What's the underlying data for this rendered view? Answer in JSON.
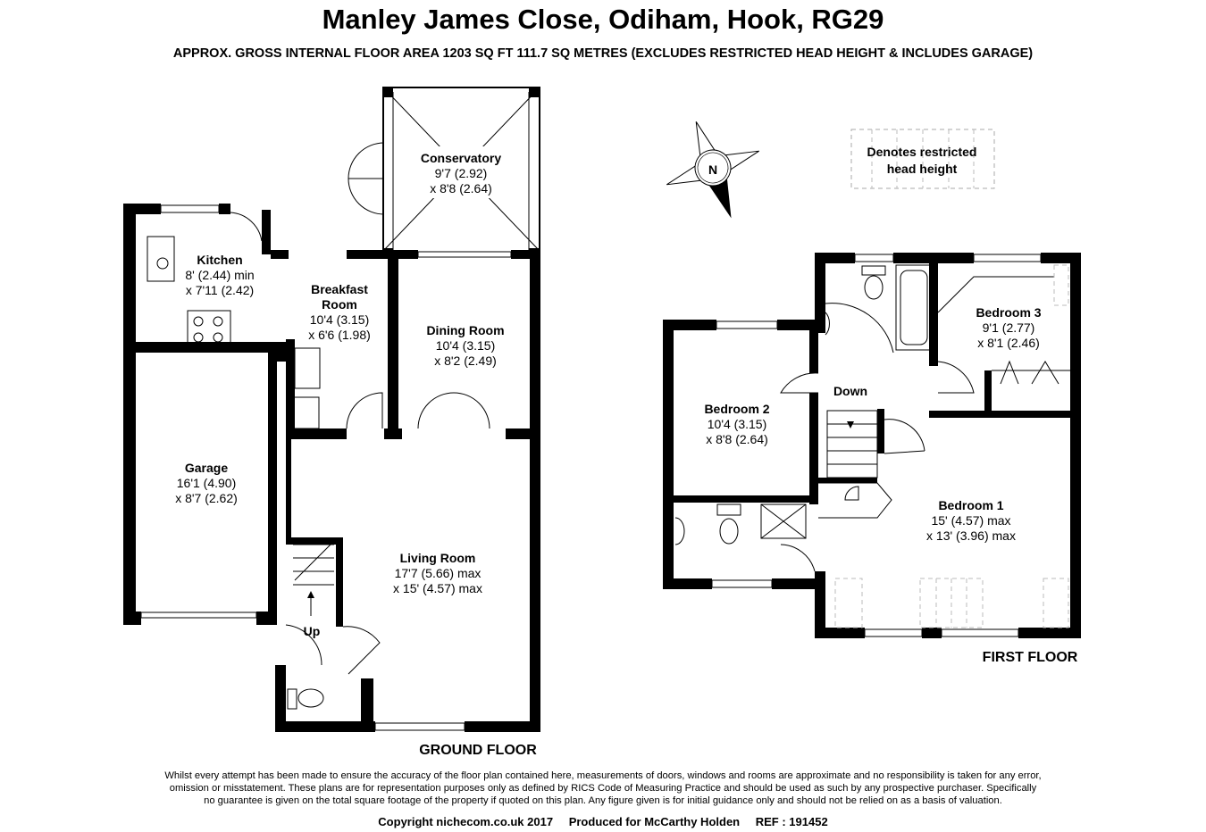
{
  "header": {
    "title": "Manley James Close, Odiham, Hook, RG29",
    "subtitle": "APPROX. GROSS INTERNAL FLOOR AREA 1203 SQ FT 111.7 SQ METRES (EXCLUDES RESTRICTED HEAD HEIGHT & INCLUDES GARAGE)"
  },
  "legend": {
    "line1": "Denotes restricted",
    "line2": "head height",
    "compass": "N"
  },
  "ground_floor": {
    "label": "GROUND FLOOR",
    "stairs": "Up",
    "rooms": {
      "conservatory": {
        "name": "Conservatory",
        "dim1": "9'7 (2.92)",
        "dim2": "x 8'8 (2.64)"
      },
      "kitchen": {
        "name": "Kitchen",
        "dim1": "8' (2.44) min",
        "dim2": "x 7'11 (2.42)"
      },
      "breakfast": {
        "name1": "Breakfast",
        "name2": "Room",
        "dim1": "10'4 (3.15)",
        "dim2": "x 6'6 (1.98)"
      },
      "dining": {
        "name": "Dining Room",
        "dim1": "10'4 (3.15)",
        "dim2": "x 8'2 (2.49)"
      },
      "garage": {
        "name": "Garage",
        "dim1": "16'1 (4.90)",
        "dim2": "x 8'7 (2.62)"
      },
      "living": {
        "name": "Living Room",
        "dim1": "17'7 (5.66) max",
        "dim2": "x 15' (4.57) max"
      }
    }
  },
  "first_floor": {
    "label": "FIRST FLOOR",
    "stairs": "Down",
    "rooms": {
      "bedroom3": {
        "name": "Bedroom 3",
        "dim1": "9'1 (2.77)",
        "dim2": "x 8'1 (2.46)"
      },
      "bedroom2": {
        "name": "Bedroom 2",
        "dim1": "10'4 (3.15)",
        "dim2": "x 8'8 (2.64)"
      },
      "bedroom1": {
        "name": "Bedroom 1",
        "dim1": "15' (4.57) max",
        "dim2": "x 13' (3.96) max"
      }
    }
  },
  "footer": {
    "disclaimer1": "Whilst every attempt has been made to ensure the accuracy of the floor plan contained here, measurements of doors, windows and rooms are approximate and no responsibility is taken for any error,",
    "disclaimer2": "omission or misstatement. These plans are for representation purposes only as defined by RICS Code of Measuring Practice and should be used as such by any prospective purchaser.  Specifically",
    "disclaimer3": "no guarantee is given on the total square footage of the property if quoted on this plan. Any figure given is for initial guidance only and should not be relied on as a basis of valuation.",
    "copyright": "Copyright nichecom.co.uk 2017",
    "produced": "Produced for McCarthy Holden",
    "ref": "REF : 191452"
  }
}
